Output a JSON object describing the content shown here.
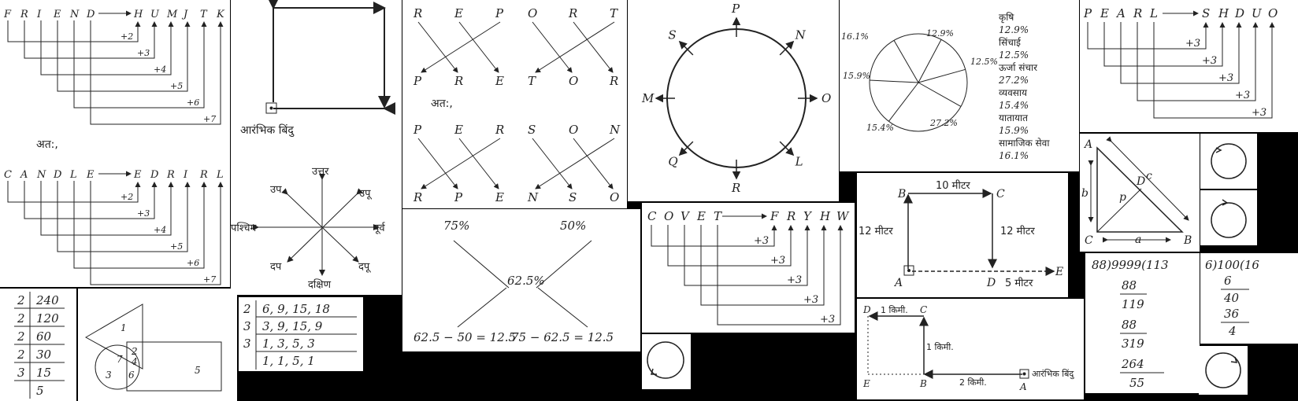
{
  "friend": {
    "top_letters": [
      "F",
      "R",
      "I",
      "E",
      "N",
      "D"
    ],
    "top_coded": [
      "H",
      "U",
      "M",
      "J",
      "T",
      "K"
    ],
    "offsets": [
      "+2",
      "+3",
      "+4",
      "+5",
      "+6",
      "+7"
    ],
    "therefore": "अत:,",
    "bottom_letters": [
      "C",
      "A",
      "N",
      "D",
      "L",
      "E"
    ],
    "bottom_coded": [
      "E",
      "D",
      "R",
      "I",
      "R",
      "L"
    ]
  },
  "square_path": {
    "start_label": "आरंभिक बिंदु"
  },
  "compass": {
    "north": "उत्तर",
    "south": "दक्षिण",
    "east": "पूर्व",
    "west": "पश्चिम",
    "nw": "उप",
    "ne": "उपू",
    "sw": "दप",
    "se": "दपू"
  },
  "cross_code": {
    "top_left": [
      "R",
      "E",
      "P",
      "P",
      "R",
      "E"
    ],
    "top_right": [
      "O",
      "R",
      "T",
      "T",
      "O",
      "R"
    ],
    "therefore": "अत:,",
    "bottom_left": [
      "P",
      "E",
      "R",
      "R",
      "P",
      "E"
    ],
    "bottom_right": [
      "S",
      "O",
      "N",
      "N",
      "S",
      "O"
    ]
  },
  "circle_dirs": {
    "labels": [
      "P",
      "N",
      "O",
      "L",
      "R",
      "Q",
      "M",
      "S"
    ]
  },
  "pie": {
    "legend": [
      {
        "label": "कृषि",
        "value": "12.9%"
      },
      {
        "label": "सिंचाई",
        "value": "12.5%"
      },
      {
        "label": "ऊर्जा संचार",
        "value": "27.2%"
      },
      {
        "label": "व्यवसाय",
        "value": "15.4%"
      },
      {
        "label": "यातायात",
        "value": "15.9%"
      },
      {
        "label": "सामाजिक सेवा",
        "value": "16.1%"
      }
    ],
    "slice_labels": [
      "16.1%",
      "12.9%",
      "12.5%",
      "15.9%",
      "15.4%",
      "27.2%"
    ]
  },
  "pearl": {
    "letters": [
      "P",
      "E",
      "A",
      "R",
      "L"
    ],
    "coded": [
      "S",
      "H",
      "D",
      "U",
      "O"
    ],
    "offsets": [
      "+3",
      "+3",
      "+3",
      "+3",
      "+3"
    ]
  },
  "covet": {
    "letters": [
      "C",
      "O",
      "V",
      "E",
      "T"
    ],
    "coded": [
      "F",
      "R",
      "Y",
      "H",
      "W"
    ],
    "offsets": [
      "+3",
      "+3",
      "+3",
      "+3",
      "+3"
    ]
  },
  "mix": {
    "left": "75%",
    "right": "50%",
    "center": "62.5%",
    "bottom_left": "62.5 − 50 = 12.5",
    "bottom_right": "75 − 62.5 = 12.5"
  },
  "rect_path": {
    "B": "B",
    "C": "C",
    "A": "A",
    "D": "D",
    "E": "E",
    "top": "10 मीटर",
    "left": "12 मीटर",
    "right": "12 मीटर",
    "bottom": "5 मीटर"
  },
  "km_path": {
    "D": "D",
    "C": "C",
    "E": "E",
    "B": "B",
    "A": "A",
    "top": "1 किमी.",
    "mid": "1 किमी.",
    "bottom": "2 किमी.",
    "start": "आरंभिक बिंदु"
  },
  "triangle": {
    "A": "A",
    "B": "B",
    "C": "C",
    "a": "a",
    "b": "b",
    "p": "p",
    "D": "D",
    "c": "c"
  },
  "division": {
    "rows": [
      "88)9999(113",
      "88",
      "119",
      "88",
      "319",
      "264",
      "55"
    ]
  },
  "division2": {
    "rows": [
      "6)100(16",
      "6",
      "40",
      "36",
      "4"
    ]
  },
  "factor": {
    "divisors": [
      "2",
      "2",
      "2",
      "2",
      "3",
      ""
    ],
    "values": [
      "240",
      "120",
      "60",
      "30",
      "15",
      "5"
    ]
  },
  "lcm": {
    "divisors": [
      "2",
      "3",
      "3",
      ""
    ],
    "rows": [
      "6, 9, 15, 18",
      "3, 9, 15, 9",
      "1, 3, 5, 3",
      "1, 1, 5, 1"
    ]
  },
  "venn": {
    "labels": [
      "1",
      "2",
      "7",
      "4",
      "3",
      "6",
      "5"
    ]
  }
}
